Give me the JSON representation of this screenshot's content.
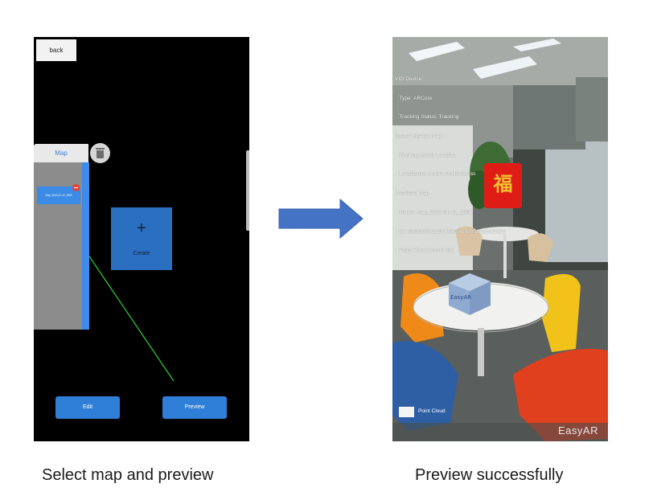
{
  "left_screen": {
    "back_label": "back",
    "map_panel": {
      "title": "Map",
      "items": [
        {
          "label": "Map_2020-01-12_1550"
        }
      ]
    },
    "create_label": "Create",
    "create_plus": "+",
    "edit_label": "Edit",
    "preview_label": "Preview"
  },
  "right_screen": {
    "info_lines": [
      "VIO Device",
      "   Type: ARCore",
      "   Tracking Status: Tracking",
      "Sparse Spatial Map",
      "   Working Mode: Localize",
      "   Localization Mode: UntilSuccess",
      "Localized Map",
      "   Name: Map_2020-01-12_1550",
      "   ID: 885803f8-2129-430e-8e6b-8a6cda02f32d",
      "   Point Cloud Count: 281"
    ],
    "fu_character": "福",
    "cube_text": "EasyAR",
    "point_cloud_label": "Point Cloud",
    "watermark": "EasyAR"
  },
  "captions": {
    "left": "Select map and preview",
    "right": "Preview successfully"
  },
  "colors": {
    "accent_blue": "#2f7fd8",
    "arrow_blue": "#4472c4",
    "guide_line": "#2fd12f",
    "fu_red": "#e01c17"
  }
}
